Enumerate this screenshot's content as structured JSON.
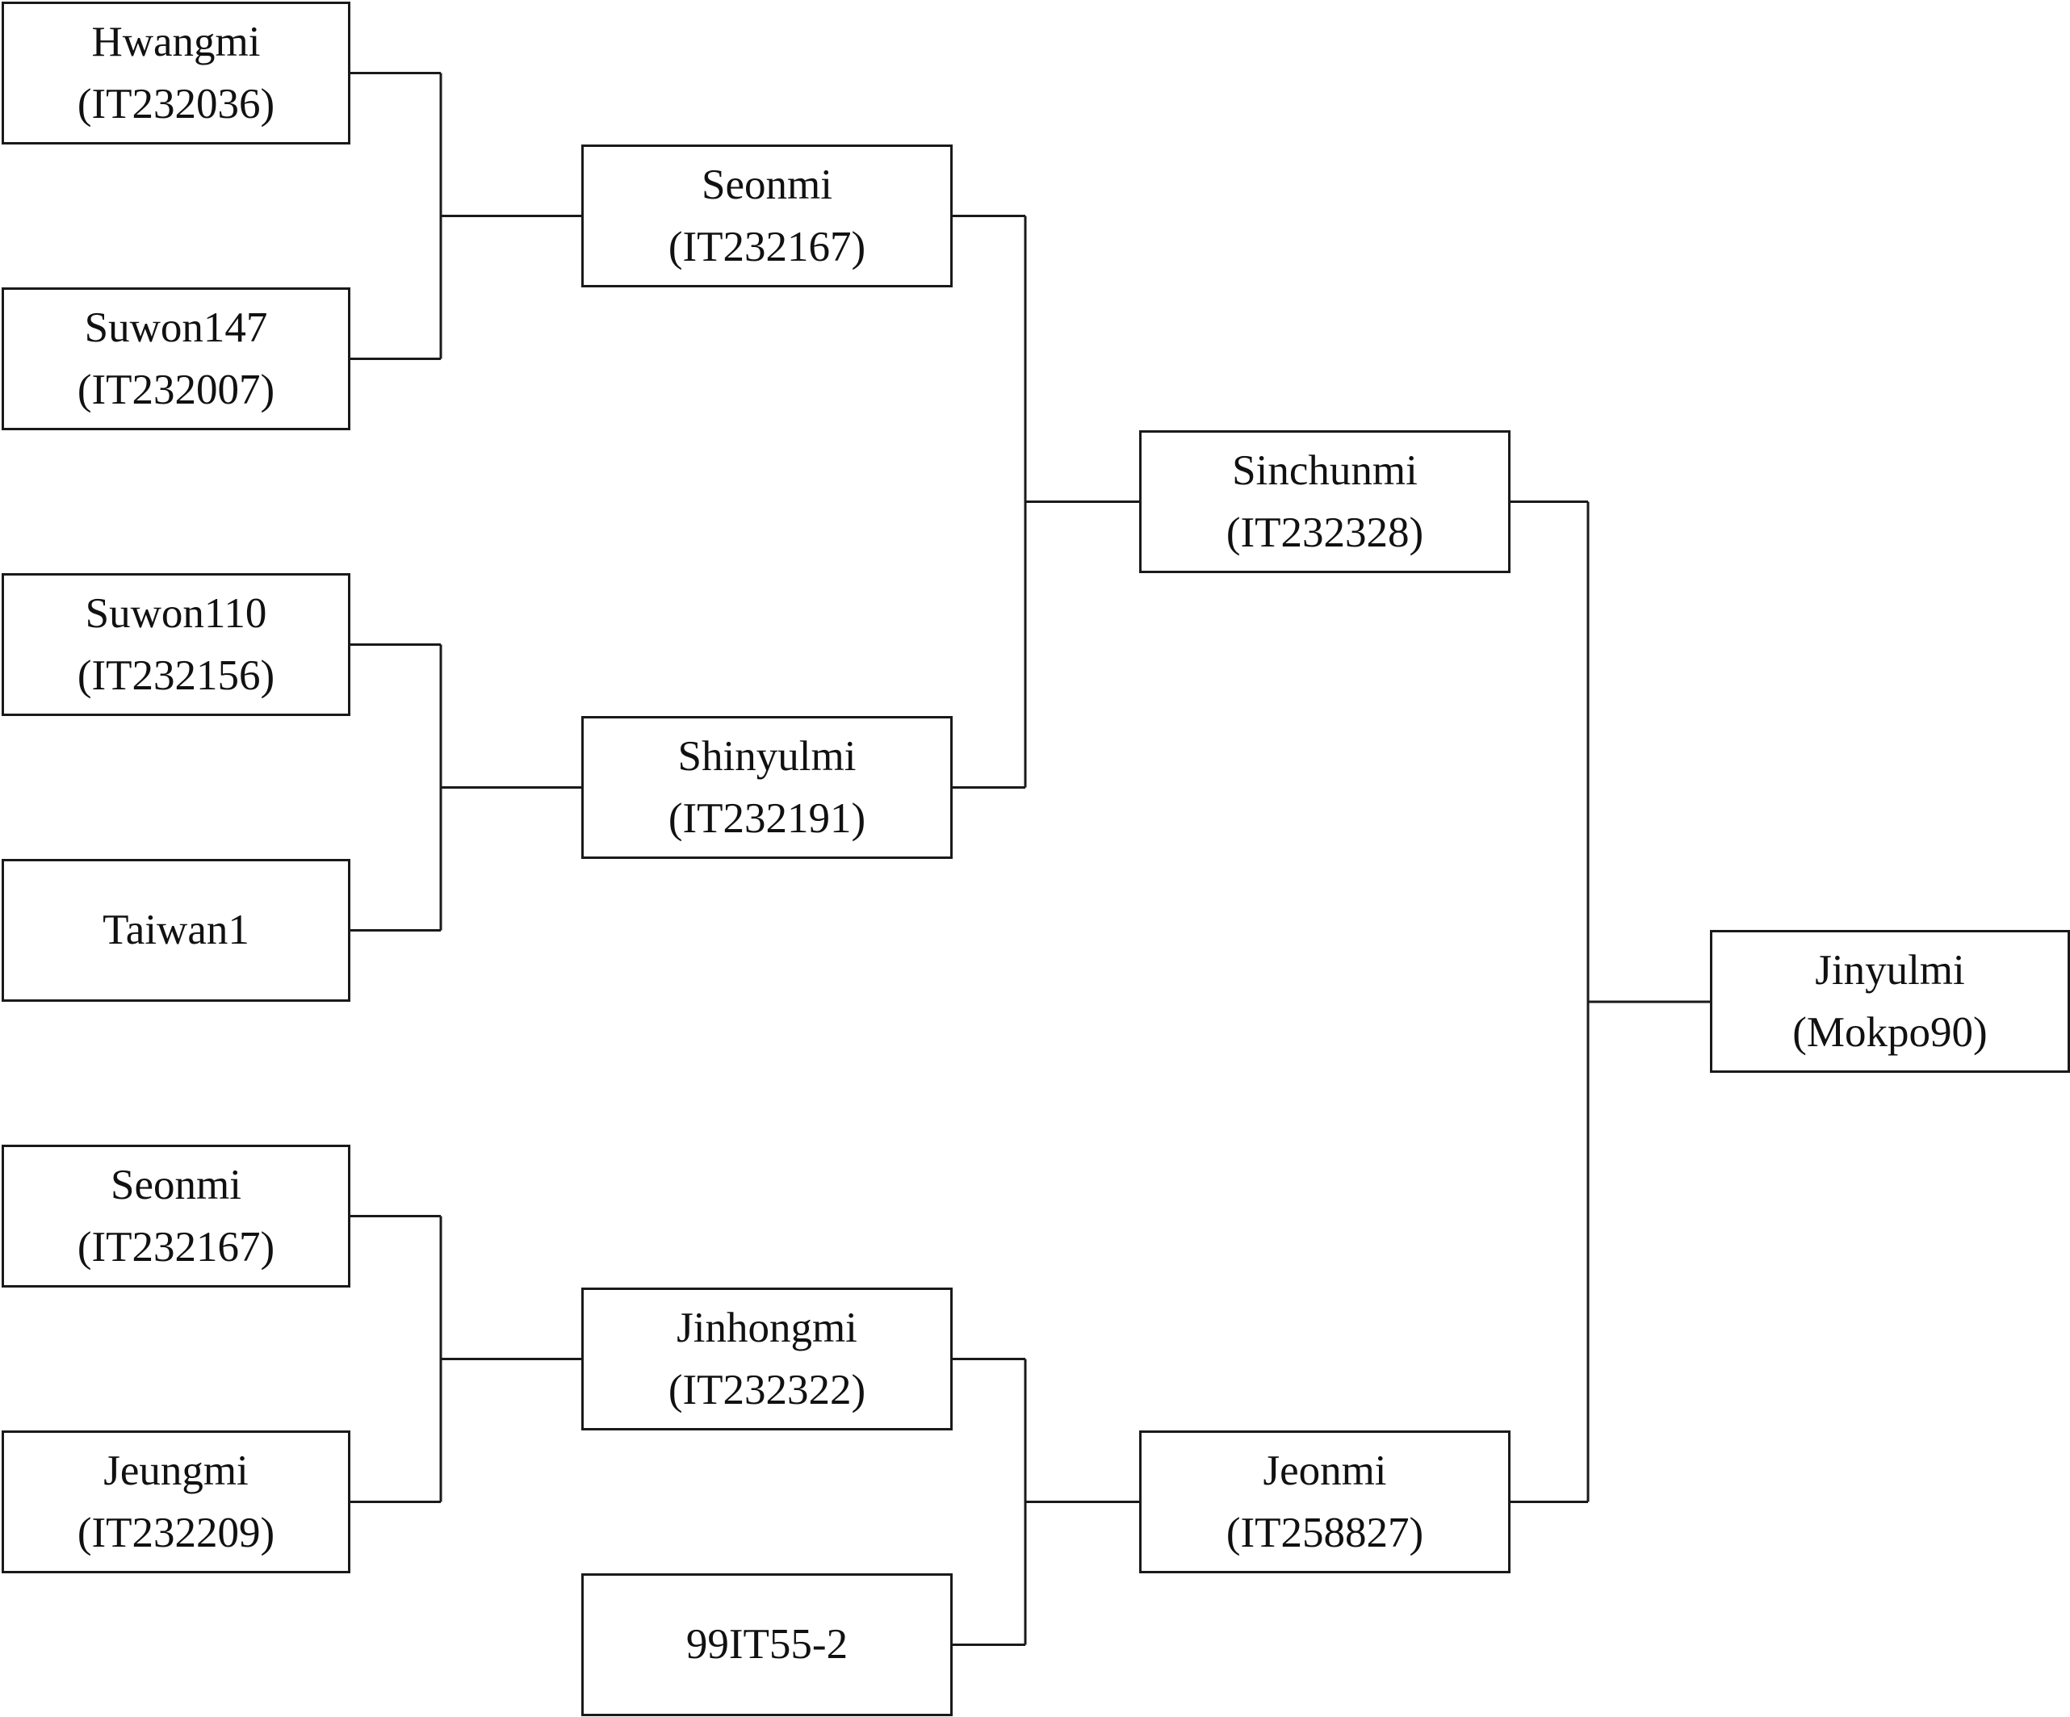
{
  "diagram": {
    "nodes": {
      "hwangmi": {
        "name": "Hwangmi",
        "code": "(IT232036)"
      },
      "suwon147": {
        "name": "Suwon147",
        "code": "(IT232007)"
      },
      "suwon110": {
        "name": "Suwon110",
        "code": "(IT232156)"
      },
      "taiwan1": {
        "name": "Taiwan1",
        "code": ""
      },
      "seonmi_parent": {
        "name": "Seonmi",
        "code": "(IT232167)"
      },
      "jeungmi": {
        "name": "Jeungmi",
        "code": "(IT232209)"
      },
      "seonmi": {
        "name": "Seonmi",
        "code": "(IT232167)"
      },
      "shinyulmi": {
        "name": "Shinyulmi",
        "code": "(IT232191)"
      },
      "jinhongmi": {
        "name": "Jinhongmi",
        "code": "(IT232322)"
      },
      "line_99it55": {
        "name": "99IT55-2",
        "code": ""
      },
      "sinchunmi": {
        "name": "Sinchunmi",
        "code": "(IT232328)"
      },
      "jeonmi": {
        "name": "Jeonmi",
        "code": "(IT258827)"
      },
      "jinyulmi": {
        "name": "Jinyulmi",
        "code": "(Mokpo90)"
      }
    },
    "crosses": [
      {
        "parents": [
          "hwangmi",
          "suwon147"
        ],
        "child": "seonmi"
      },
      {
        "parents": [
          "suwon110",
          "taiwan1"
        ],
        "child": "shinyulmi"
      },
      {
        "parents": [
          "seonmi_parent",
          "jeungmi"
        ],
        "child": "jinhongmi"
      },
      {
        "parents": [
          "seonmi",
          "shinyulmi"
        ],
        "child": "sinchunmi"
      },
      {
        "parents": [
          "jinhongmi",
          "line_99it55"
        ],
        "child": "jeonmi"
      },
      {
        "parents": [
          "sinchunmi",
          "jeonmi"
        ],
        "child": "jinyulmi"
      }
    ]
  }
}
